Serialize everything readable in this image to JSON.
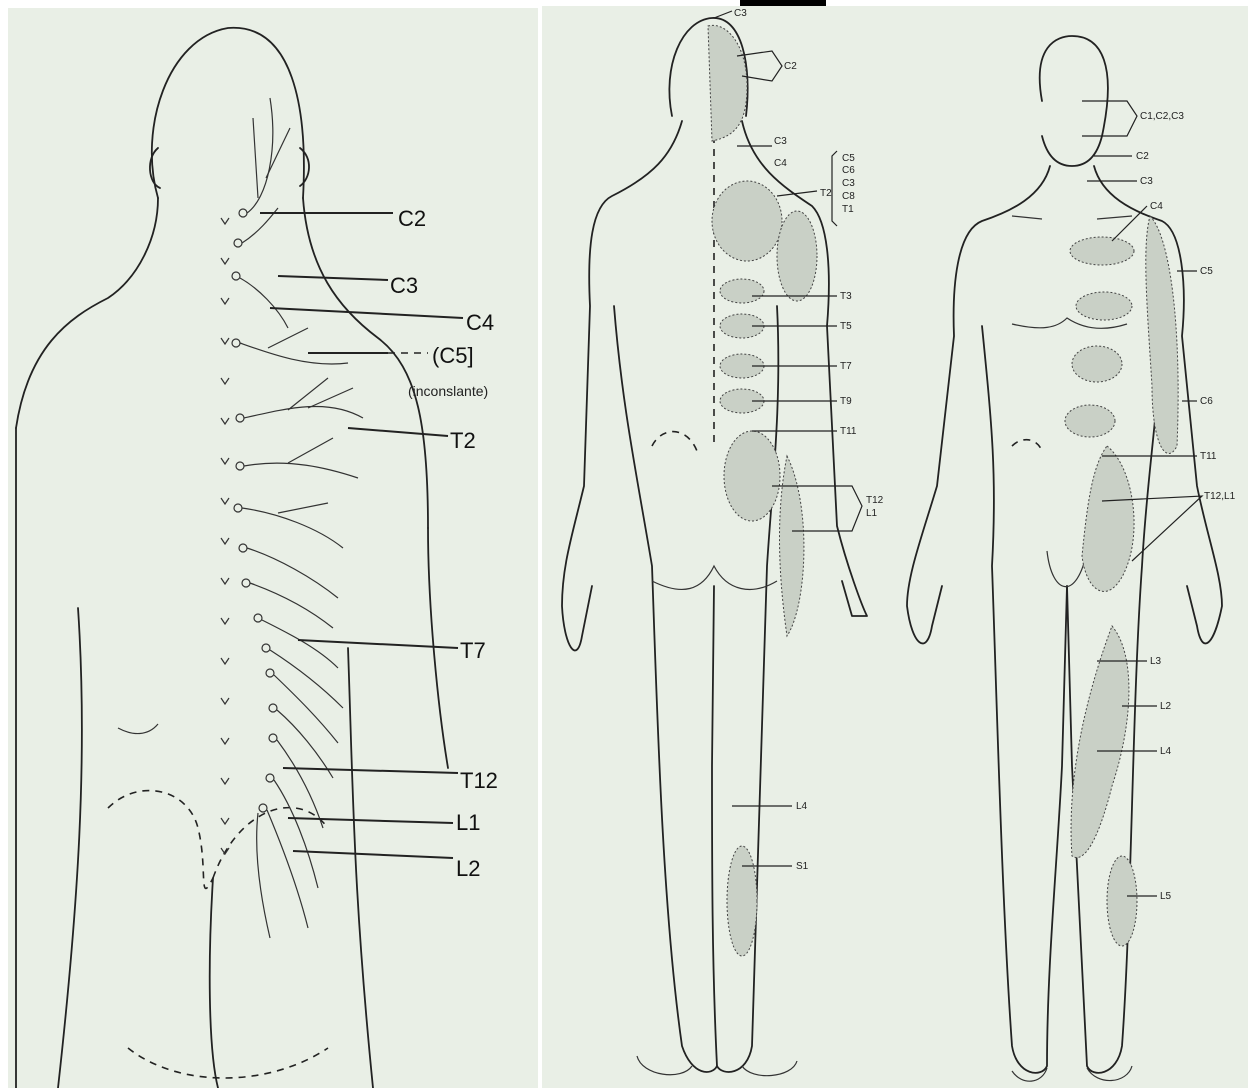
{
  "posterior_spine": {
    "labels": [
      "C2",
      "C3",
      "C4",
      "(C5]",
      "(inconslante)",
      "T2",
      "T7",
      "T12",
      "L1",
      "L2"
    ]
  },
  "posterior_body": {
    "labels": [
      "C3",
      "C2",
      "C3",
      "C4",
      "T2",
      "C5",
      "C6",
      "C3",
      "C8",
      "T1",
      "T3",
      "T5",
      "T7",
      "T9",
      "T11",
      "T12",
      "L1",
      "L4",
      "S1"
    ]
  },
  "anterior_body": {
    "labels": [
      "C1,C2,C3",
      "C2",
      "C3",
      "C4",
      "C5",
      "C6",
      "T11",
      "T12,L1",
      "L3",
      "L2",
      "L4",
      "L5"
    ]
  },
  "colors": {
    "panel_bg": "#e9efe6",
    "line": "#222222",
    "shading": "#c9d0c6"
  }
}
